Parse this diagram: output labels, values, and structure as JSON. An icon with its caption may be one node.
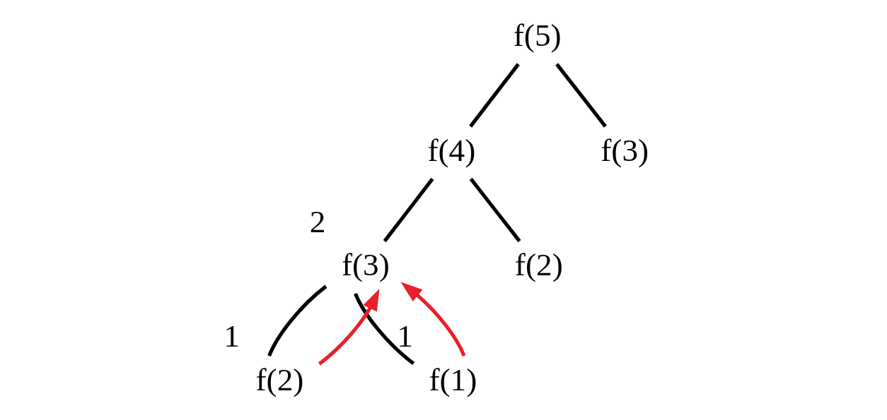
{
  "diagram": {
    "nodes": [
      {
        "text": [
          "f(5)"
        ]
      },
      {
        "text": [
          "f(4)"
        ]
      },
      {
        "text": [
          "f(3)"
        ]
      },
      {
        "text": [
          "f(3)"
        ],
        "beside": [
          "2"
        ]
      },
      {
        "text": [
          "f(2)"
        ]
      },
      {
        "text": [
          "f(2)"
        ],
        "beside": [
          "1"
        ]
      },
      {
        "text": [
          "f(1)"
        ],
        "beside": [
          "1"
        ]
      }
    ],
    "edges": [
      {
        "from": 0,
        "to": 1,
        "arrow": "none"
      },
      {
        "from": 0,
        "to": 2,
        "arrow": "none"
      },
      {
        "from": 1,
        "to": 3,
        "arrow": "none"
      },
      {
        "from": 1,
        "to": 4,
        "arrow": "none"
      },
      {
        "from": 3,
        "to": 5,
        "arrow": "none"
      },
      {
        "from": 3,
        "to": 6,
        "arrow": "none"
      },
      {
        "from": 5,
        "to": 3,
        "arrow": "to",
        "color": "#e8202a"
      },
      {
        "from": 6,
        "to": 3,
        "arrow": "to",
        "color": "#e8202a"
      }
    ]
  }
}
